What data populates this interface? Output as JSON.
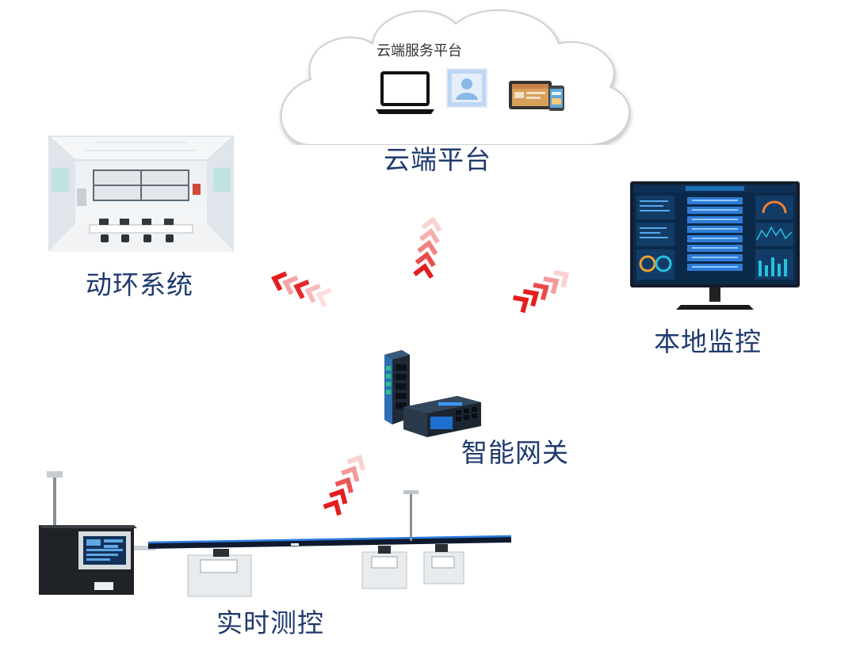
{
  "cloud": {
    "service_label": "云端服务平台",
    "platform_label": "云端平台"
  },
  "nodes": {
    "environment": "动环系统",
    "local_monitor": "本地监控",
    "gateway": "智能网关",
    "realtime": "实时测控"
  },
  "colors": {
    "label": "#1f3a6e",
    "arrow": "#e41e1e",
    "cloud_stroke": "#cfcfcf"
  },
  "icons": [
    "laptop-icon",
    "user-profile-icon",
    "tablet-phone-icon"
  ]
}
